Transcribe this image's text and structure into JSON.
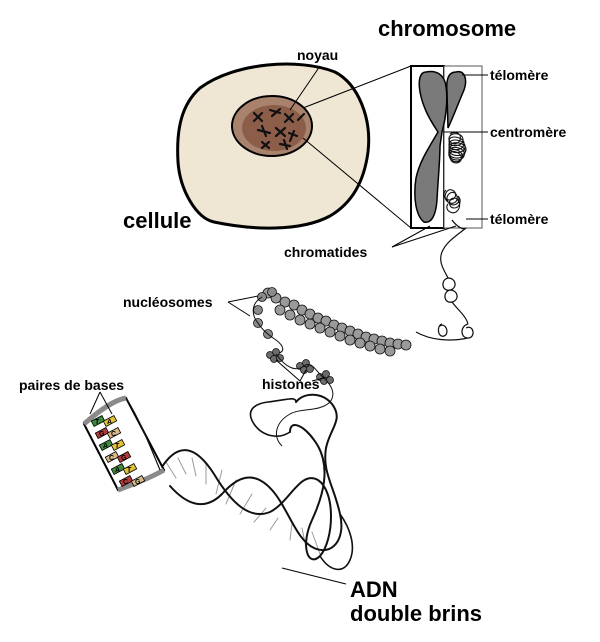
{
  "labels": {
    "chromosome": "chromosome",
    "noyau": "noyau",
    "cellule": "cellule",
    "telomere_top": "télomère",
    "centromere": "centromère",
    "telomere_bottom": "télomère",
    "chromatides": "chromatides",
    "nucleosomes": "nucléosomes",
    "histones": "histones",
    "paires_de_bases": "paires de bases",
    "adn_line1": "ADN",
    "adn_line2": "double brins"
  },
  "base_letters": [
    "T",
    "A",
    "G",
    "C",
    "A",
    "T",
    "C",
    "G",
    "A",
    "T",
    "C",
    "G"
  ],
  "colors": {
    "cell_fill": "#efe6d4",
    "nucleus_outer": "#a8826d",
    "nucleus_inner": "#8c5e4a",
    "chromosome_gray": "#7a7a7a",
    "base_green": "#3f8a3f",
    "base_yellow": "#e3c23b",
    "base_red": "#b33a3a",
    "base_tan": "#d8b98a"
  }
}
